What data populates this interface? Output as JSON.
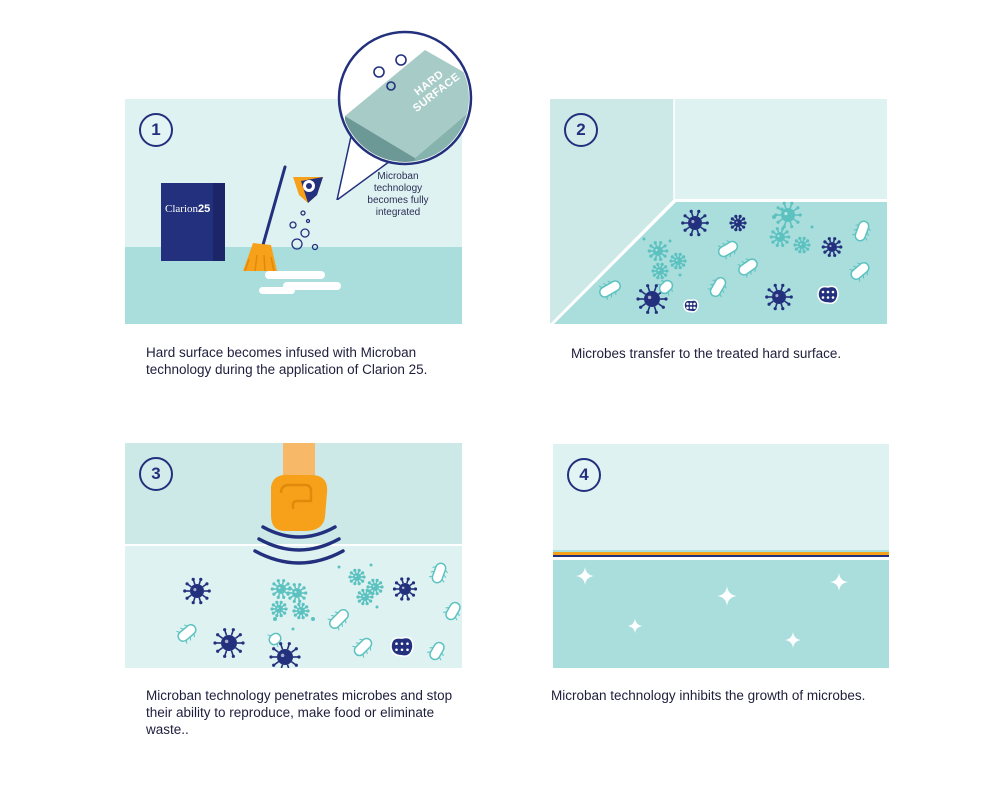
{
  "colors": {
    "navy": "#23307d",
    "sky": "#dff2f2",
    "floor": "#a9dedd",
    "teal_microbe": "#5cc2c0",
    "orange": "#f7a11a"
  },
  "steps": [
    {
      "number": "1",
      "caption": "Hard surface becomes infused with Microban technology during the application of Clarion 25.",
      "product_label_name": "Clarion",
      "product_label_num": "25",
      "callout": "Microban technology becomes fully integrated",
      "surface_label_line1": "HARD",
      "surface_label_line2": "SURFACE",
      "icons": [
        "product-box-icon",
        "mop-icon",
        "microban-shield-icon",
        "bubbles-icon",
        "magnifier-callout-icon"
      ]
    },
    {
      "number": "2",
      "caption": "Microbes transfer to the treated hard surface.",
      "icons": [
        "virus-icon",
        "bacteria-icon"
      ]
    },
    {
      "number": "3",
      "caption": "Microban technology penetrates microbes and stop their ability to reproduce, make food or eliminate waste..",
      "icons": [
        "fist-icon",
        "impact-waves-icon",
        "virus-icon",
        "bacteria-icon"
      ]
    },
    {
      "number": "4",
      "caption": "Microban technology inhibits the growth of microbes.",
      "icons": [
        "sparkle-icon"
      ]
    }
  ]
}
